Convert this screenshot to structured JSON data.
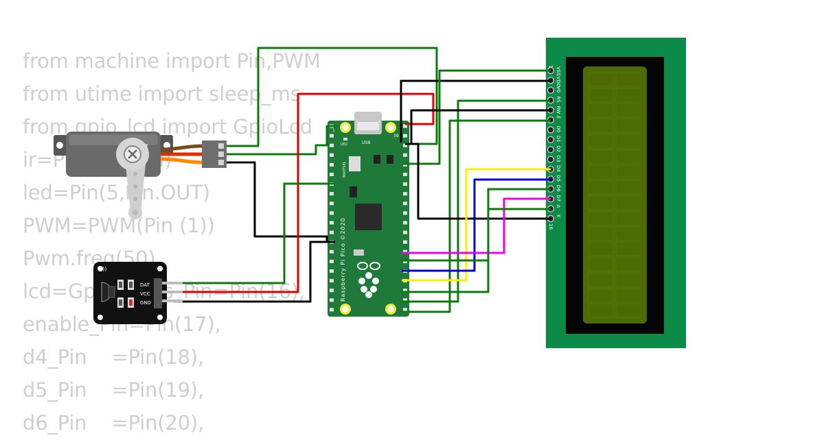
{
  "code_lines": [
    "from machine import Pin,PWM",
    "from utime import sleep_ms",
    "from gpio_lcd import GpioLcd",
    "ir=Pin(4,Pin.IN)",
    "led=Pin(5,Pin.OUT)",
    "PWM=PWM(Pin (1))",
    "Pwm.freq(50)",
    "lcd=GpioLcd(rs_Pin=Pin(16),",
    "enable_Pin=Pin(17),",
    "d4_Pin    =Pin(18),",
    "d5_Pin    =Pin(19),",
    "d6_Pin    =Pin(20),"
  ],
  "pico": {
    "usb_label": "USB",
    "led_label": "LED",
    "bootsel_label": "BOOTSEL",
    "board_text": "Raspberry Pi Pico ©2020",
    "pin1": "1",
    "pin39": "39"
  },
  "ir_sensor": {
    "dat": "DAT",
    "vcc": "VCC",
    "gnd": "GND"
  },
  "lcd": {
    "pin_first": "1",
    "pin_last": "16",
    "pin_labels": [
      "VSS",
      "VDD",
      "V0",
      "RS",
      "RW",
      "E",
      "D0",
      "D1",
      "D2",
      "D3",
      "D4",
      "D5",
      "D6",
      "D7",
      "A",
      "K"
    ]
  },
  "colors": {
    "wire_green": "#0a7a0a",
    "wire_red": "#e00000",
    "wire_black": "#000000",
    "wire_yellow": "#ffee00",
    "wire_blue": "#0000cc",
    "wire_magenta": "#ee00ee",
    "board_green": "#1f7a3a",
    "lcd_pcb": "#0c8a47",
    "lcd_screen": "#4d6b04"
  }
}
